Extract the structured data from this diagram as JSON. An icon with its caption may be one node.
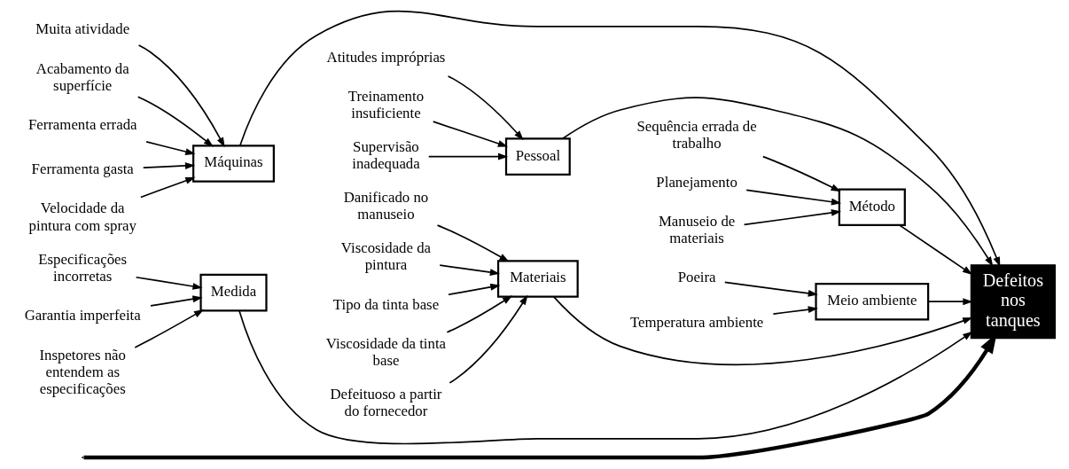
{
  "diagram": {
    "nodes": [
      {
        "text": [
          "Máquinas"
        ]
      },
      {
        "text": [
          "Materiais"
        ]
      },
      {
        "text": [
          "Método"
        ]
      },
      {
        "text": [
          "Ferramenta errada"
        ]
      },
      {
        "text": [
          "Ferramenta gasta"
        ]
      },
      {
        "text": [
          "Velocidade da pintura com spray"
        ]
      },
      {
        "text": [
          "Muita atividade"
        ]
      },
      {
        "text": [
          "Acabamento da superfície"
        ]
      },
      {
        "text": [
          "Tipo da tinta base"
        ]
      },
      {
        "text": [
          "Viscosidade da tinta base"
        ]
      },
      {
        "text": [
          "Defeituoso a partir do fornecedor"
        ]
      },
      {
        "text": [
          "Danificado no manuseio"
        ]
      },
      {
        "text": [
          "Viscosidade da pintura"
        ]
      },
      {
        "text": [
          "Sequência errada de trabalho"
        ]
      },
      {
        "text": [
          "Planejamento"
        ]
      },
      {
        "text": [
          "Manuseio de materiais"
        ]
      },
      {
        "text": [
          "Defeitos nos tanques"
        ]
      },
      {
        "text": [
          "Especificações incorretas"
        ]
      },
      {
        "text": [
          "Garantia imperfeita"
        ]
      },
      {
        "text": [
          "Inspetores não entendem as especificações"
        ]
      },
      {
        "text": [
          "Atitudes impróprias"
        ]
      },
      {
        "text": [
          "Treinamento insuficiente"
        ]
      },
      {
        "text": [
          "Supervisão inadequada"
        ]
      },
      {
        "text": [
          "Temperatura ambiente"
        ]
      },
      {
        "text": [
          "Poeira"
        ]
      },
      {
        "text": [
          "Medida"
        ]
      },
      {
        "text": [
          "Pessoal"
        ]
      },
      {
        "text": [
          "Meio ambiente"
        ]
      }
    ],
    "edges": [
      {
        "from": null,
        "to": 16,
        "arrow": "to",
        "style": "thick"
      },
      {
        "from": 0,
        "to": 16,
        "arrow": "to"
      },
      {
        "from": 1,
        "to": 16,
        "arrow": "to"
      },
      {
        "from": 2,
        "to": 16,
        "arrow": "to"
      },
      {
        "from": 25,
        "to": 16,
        "arrow": "to"
      },
      {
        "from": 26,
        "to": 16,
        "arrow": "to"
      },
      {
        "from": 27,
        "to": 16,
        "arrow": "to"
      },
      {
        "from": 3,
        "to": 0,
        "arrow": "to"
      },
      {
        "from": 4,
        "to": 0,
        "arrow": "to"
      },
      {
        "from": 5,
        "to": 0,
        "arrow": "to"
      },
      {
        "from": 6,
        "to": 0,
        "arrow": "to"
      },
      {
        "from": 7,
        "to": 0,
        "arrow": "to"
      },
      {
        "from": 8,
        "to": 1,
        "arrow": "to"
      },
      {
        "from": 9,
        "to": 1,
        "arrow": "to"
      },
      {
        "from": 10,
        "to": 1,
        "arrow": "to"
      },
      {
        "from": 11,
        "to": 1,
        "arrow": "to"
      },
      {
        "from": 12,
        "to": 1,
        "arrow": "to"
      },
      {
        "from": 13,
        "to": 2,
        "arrow": "to"
      },
      {
        "from": 14,
        "to": 2,
        "arrow": "to"
      },
      {
        "from": 15,
        "to": 2,
        "arrow": "to"
      },
      {
        "from": 17,
        "to": 25,
        "arrow": "to"
      },
      {
        "from": 18,
        "to": 25,
        "arrow": "to"
      },
      {
        "from": 19,
        "to": 25,
        "arrow": "to"
      },
      {
        "from": 20,
        "to": 26,
        "arrow": "to"
      },
      {
        "from": 21,
        "to": 26,
        "arrow": "to"
      },
      {
        "from": 22,
        "to": 26,
        "arrow": "to"
      },
      {
        "from": 23,
        "to": 27,
        "arrow": "to"
      },
      {
        "from": 24,
        "to": 27,
        "arrow": "to"
      }
    ]
  }
}
